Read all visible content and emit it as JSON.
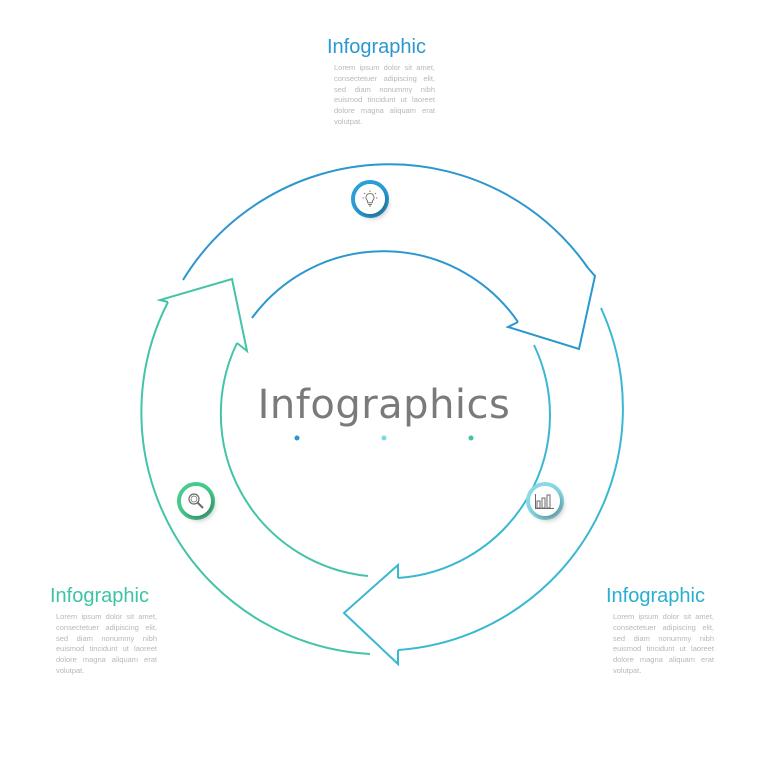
{
  "center": {
    "title": "Infographics"
  },
  "colors": {
    "blue": "#2b97cf",
    "teal": "#3fc0c8",
    "green": "#3ec3a6",
    "center_text": "#7a7a7a",
    "body_text": "#b8b8b8"
  },
  "blocks": [
    {
      "title": "Infographic",
      "text": "Lorem ipsum dolor sit amet, consectetuer adipiscing elit, sed diam nonummy nibh euismod tincidunt ut laoreet dolore magna aliquam erat volutpat.",
      "icon": "lightbulb-icon"
    },
    {
      "title": "Infographic",
      "text": "Lorem ipsum dolor sit amet, consectetuer adipiscing elit, sed diam nonummy nibh euismod tincidunt ut laoreet dolore magna aliquam erat volutpat.",
      "icon": "magnifier-icon"
    },
    {
      "title": "Infographic",
      "text": "Lorem ipsum dolor sit amet, consectetuer adipiscing elit, sed diam nonummy nibh euismod tincidunt ut laoreet dolore magna aliquam erat volutpat.",
      "icon": "bar-chart-icon"
    }
  ]
}
